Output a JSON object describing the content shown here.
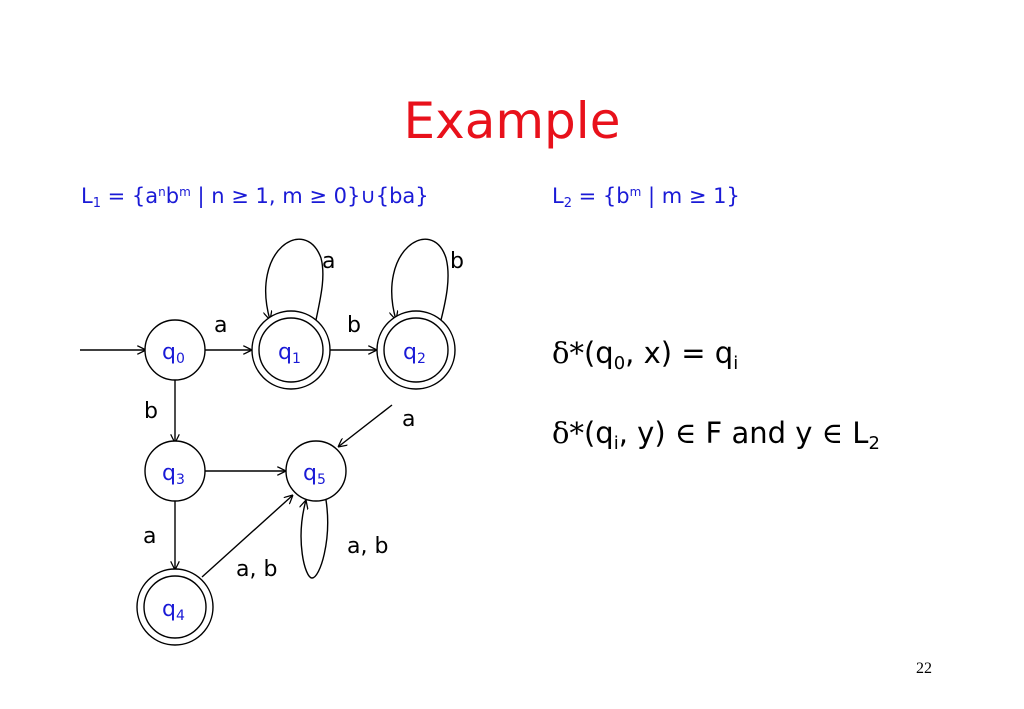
{
  "slide": {
    "title": "Example",
    "page_number": "22"
  },
  "languages": {
    "l1": {
      "name": "L",
      "sub": "1",
      "p1": " = {a",
      "sup_n": "n",
      "p2": "b",
      "sup_m": "m",
      "p3": " | n ≥ 1, m ≥ 0}∪{ba}"
    },
    "l2": {
      "name": "L",
      "sub": "2",
      "p1": " = {b",
      "sup_m": "m",
      "p2": " | m ≥ 1}"
    }
  },
  "formulas": {
    "f1": {
      "delta": "δ*",
      "a": "(q",
      "sub1": "0",
      "b": ", x) = q",
      "sub2": "i"
    },
    "f2": {
      "delta": "δ*",
      "a": "(q",
      "sub1": "i",
      "b": ", y) ",
      "in1": "∈",
      "c": " F  and  y ",
      "in2": "∈",
      "d": " L",
      "sub2": "2"
    }
  },
  "automaton": {
    "states": [
      {
        "id": "q0",
        "name": "q",
        "sub": "0",
        "accepting": false,
        "initial": true
      },
      {
        "id": "q1",
        "name": "q",
        "sub": "1",
        "accepting": true,
        "initial": false
      },
      {
        "id": "q2",
        "name": "q",
        "sub": "2",
        "accepting": true,
        "initial": false
      },
      {
        "id": "q3",
        "name": "q",
        "sub": "3",
        "accepting": false,
        "initial": false
      },
      {
        "id": "q4",
        "name": "q",
        "sub": "4",
        "accepting": true,
        "initial": false
      },
      {
        "id": "q5",
        "name": "q",
        "sub": "5",
        "accepting": false,
        "initial": false
      }
    ],
    "transitions": [
      {
        "from": "q0",
        "to": "q1",
        "label": "a"
      },
      {
        "from": "q1",
        "to": "q1",
        "label": "a"
      },
      {
        "from": "q1",
        "to": "q2",
        "label": "b"
      },
      {
        "from": "q2",
        "to": "q2",
        "label": "b"
      },
      {
        "from": "q0",
        "to": "q3",
        "label": "b"
      },
      {
        "from": "q2",
        "to": "q5",
        "label": "a"
      },
      {
        "from": "q3",
        "to": "q5",
        "label": ""
      },
      {
        "from": "q3",
        "to": "q4",
        "label": "a"
      },
      {
        "from": "q4",
        "to": "q5",
        "label": "a, b"
      },
      {
        "from": "q5",
        "to": "q5",
        "label": "a, b"
      }
    ]
  },
  "colors": {
    "title": "#e8111b",
    "states": "#1a1ad6",
    "text": "#000000"
  }
}
